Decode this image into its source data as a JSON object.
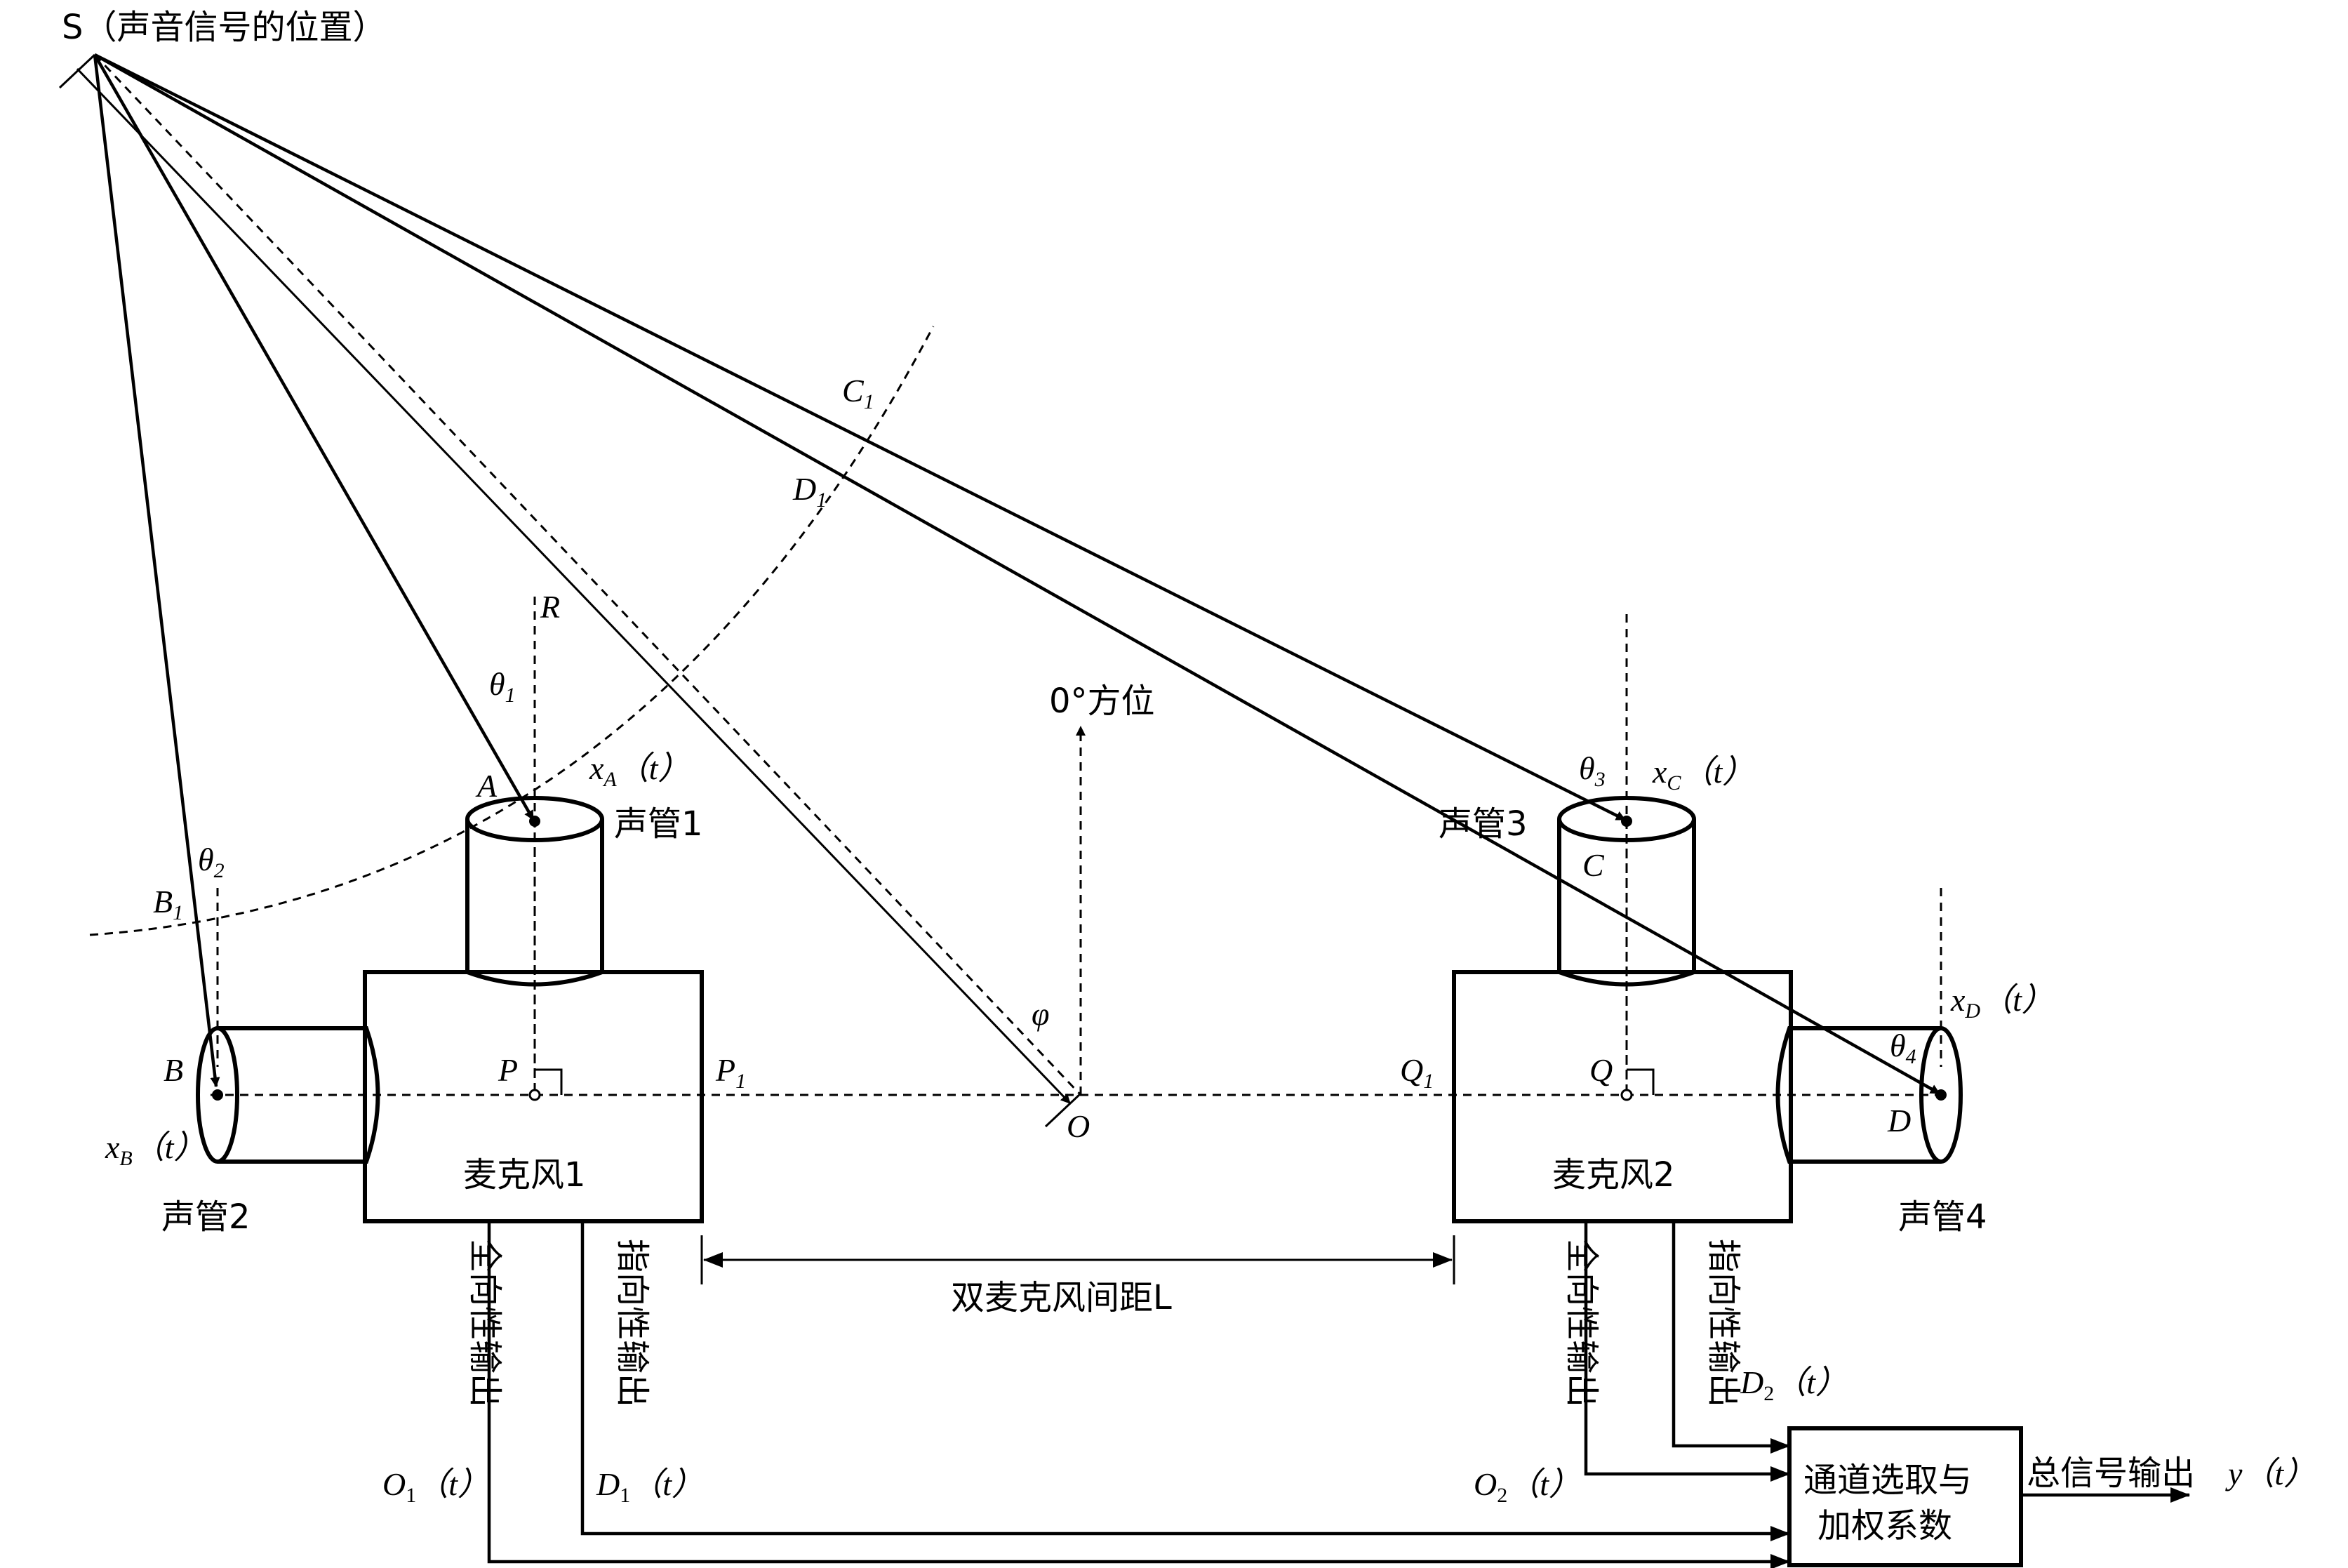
{
  "labels": {
    "source": "S（声音信号的位置）",
    "zero_azimuth": "0°方位",
    "spacing": "双麦克风间距L",
    "tube1": "声管1",
    "tube2": "声管2",
    "tube3": "声管3",
    "tube4": "声管4",
    "mic1": "麦克风1",
    "mic2": "麦克风2",
    "omni_out": "全向性输出",
    "dir_out": "指向性输出",
    "selector_line1": "通道选取与",
    "selector_line2": "加权系数",
    "total_output": "总信号输出"
  },
  "symbols": {
    "A": "A",
    "B": "B",
    "C": "C",
    "D": "D",
    "P": "P",
    "Q": "Q",
    "O": "O",
    "R": "R",
    "phi": "φ",
    "P1": "P",
    "P1_sub": "1",
    "Q1": "Q",
    "Q1_sub": "1",
    "B1": "B",
    "B1_sub": "1",
    "C1": "C",
    "C1_sub": "1",
    "D1": "D",
    "D1_sub": "1",
    "theta": "θ",
    "theta1_sub": "1",
    "theta2_sub": "2",
    "theta3_sub": "3",
    "theta4_sub": "4",
    "xA": "x",
    "xA_sub": "A",
    "xB": "x",
    "xB_sub": "B",
    "xC": "x",
    "xC_sub": "C",
    "xD": "x",
    "xD_sub": "D",
    "t_arg": "（t）",
    "O_out": "O",
    "O1_sub": "1",
    "O2_sub": "2",
    "D_out": "D",
    "D1_out_sub": "1",
    "D2_out_sub": "2",
    "y_out": "y"
  }
}
